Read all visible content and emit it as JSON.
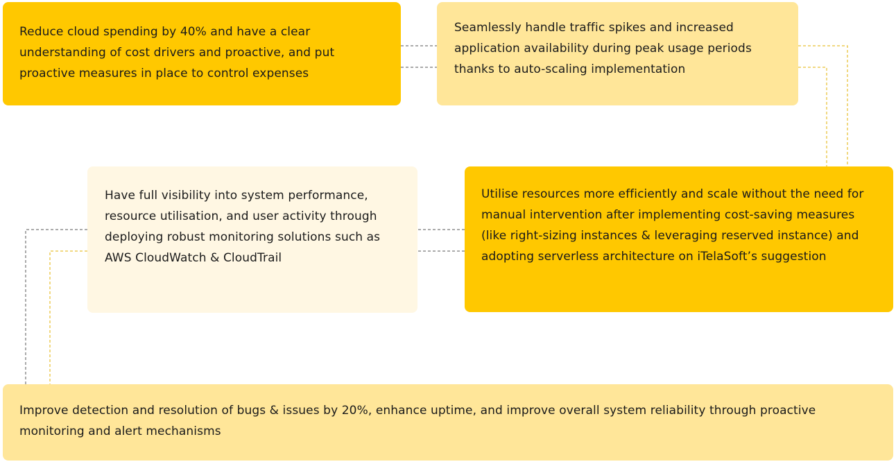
{
  "colors": {
    "strong_yellow": "#FFC800",
    "medium_yellow": "#FFE699",
    "pale_yellow": "#FFF7E3",
    "connector_yellow": "#E3B000",
    "connector_dark": "#555555"
  },
  "outcomes": [
    {
      "text": "Reduce cloud spending by 40% and have a clear understanding of cost drivers and proactive, and put proactive measures in place to control expenses",
      "tone": "strong_yellow"
    },
    {
      "text": "Seamlessly handle traffic spikes and increased application availability during peak usage periods thanks to auto-scaling implementation",
      "tone": "medium_yellow"
    },
    {
      "text": "Have full visibility into system performance, resource utilisation, and user activity through deploying robust monitoring solutions such as AWS CloudWatch & CloudTrail",
      "tone": "pale_yellow"
    },
    {
      "text": "Utilise resources more efficiently and scale without the need for manual intervention after implementing cost-saving measures (like right-sizing instances & leveraging reserved instance) and adopting serverless architecture on iTelaSoft’s suggestion",
      "tone": "strong_yellow"
    },
    {
      "text": "Improve detection and resolution of bugs & issues by 20%, enhance uptime, and improve overall system reliability through proactive monitoring and alert mechanisms",
      "tone": "medium_yellow"
    }
  ]
}
